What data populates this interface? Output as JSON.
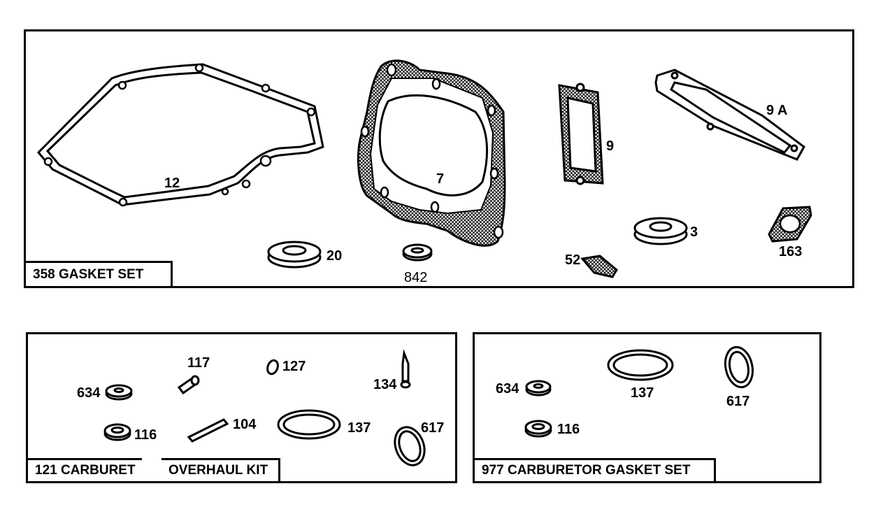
{
  "panels": {
    "gasket_set": {
      "title": "358  GASKET SET",
      "parts": {
        "p12": "12",
        "p7": "7",
        "p9": "9",
        "p9a": "9 A",
        "p20": "20",
        "p842": "842",
        "p52": "52",
        "p3": "3",
        "p163": "163"
      }
    },
    "overhaul_kit": {
      "title_left": "121  CARBURET",
      "title_right": "OVERHAUL KIT",
      "parts": {
        "p117": "117",
        "p127": "127",
        "p134": "134",
        "p634": "634",
        "p116": "116",
        "p104": "104",
        "p137": "137",
        "p617": "617"
      }
    },
    "carb_gasket_set": {
      "title": "977  CARBURETOR GASKET SET",
      "parts": {
        "p634": "634",
        "p137": "137",
        "p617": "617",
        "p116": "116"
      }
    }
  }
}
